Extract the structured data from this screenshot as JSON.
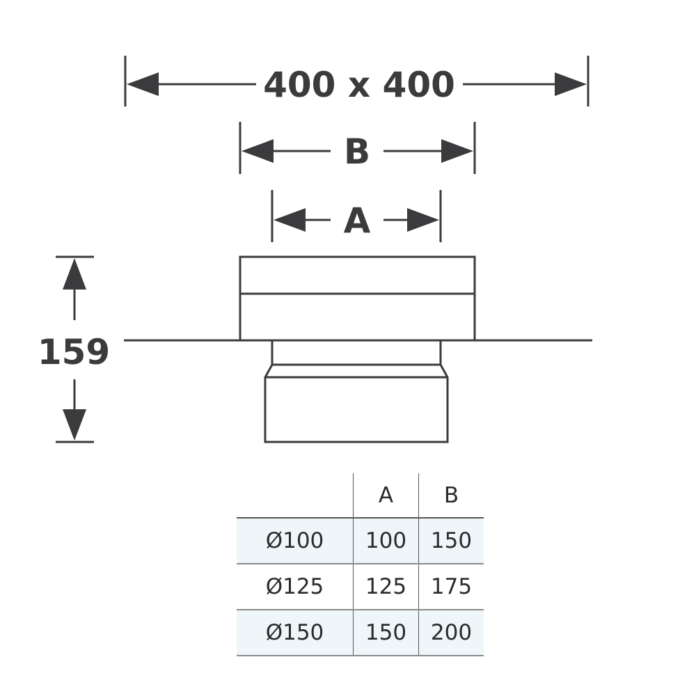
{
  "dimensions": {
    "overall_width": "400 x 400",
    "dim_b": "B",
    "dim_a": "A",
    "height": "159"
  },
  "table": {
    "headers": [
      "",
      "A",
      "B"
    ],
    "rows": [
      {
        "label": "Ø100",
        "a": "100",
        "b": "150"
      },
      {
        "label": "Ø125",
        "a": "125",
        "b": "175"
      },
      {
        "label": "Ø150",
        "a": "150",
        "b": "200"
      }
    ]
  },
  "colors": {
    "line": "#3b3a3c",
    "row_shade": "#eef6fa"
  }
}
